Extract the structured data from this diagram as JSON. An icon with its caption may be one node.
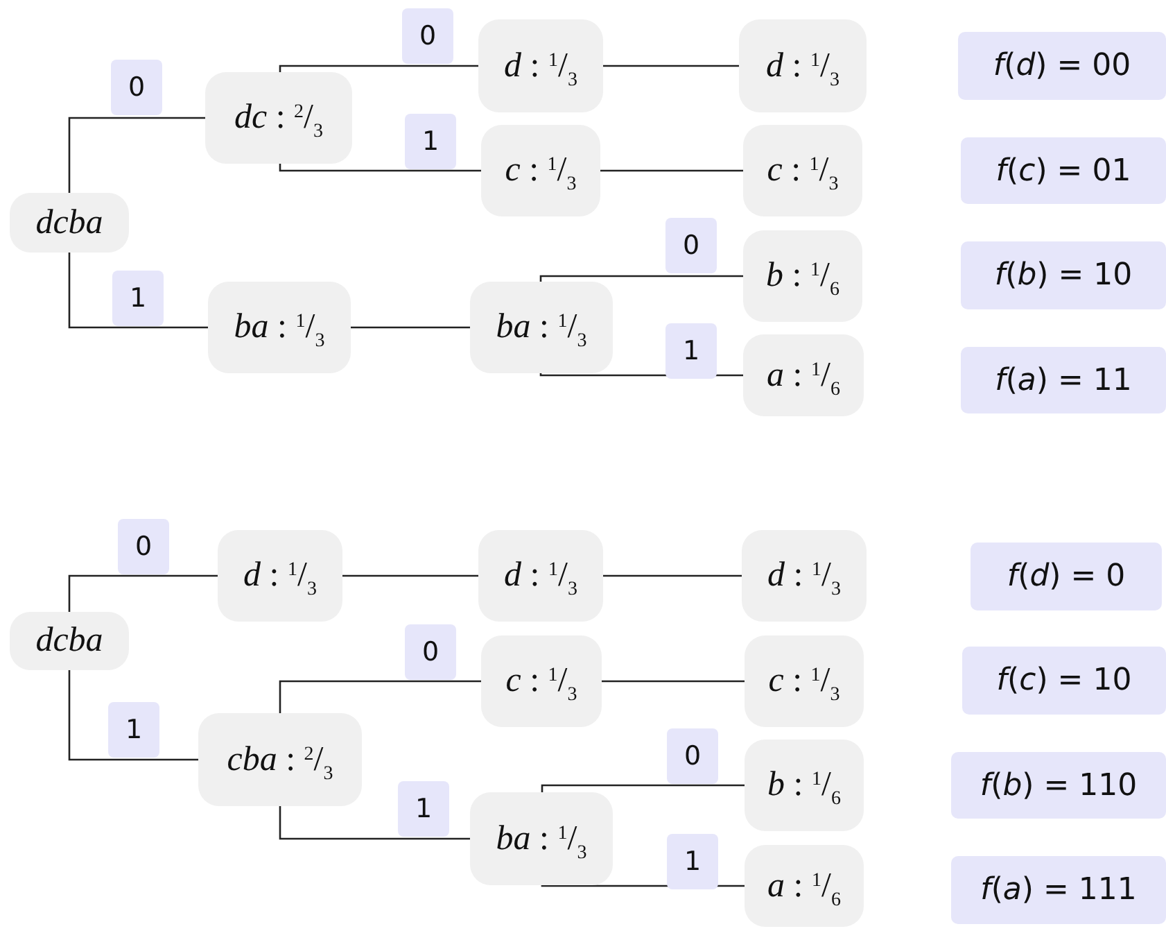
{
  "diagram": {
    "nodes": [
      {
        "text": [
          "dcba"
        ]
      },
      {
        "text": [
          "*dc* : $^{2}$/$_{3}$"
        ]
      },
      {
        "text": [
          "*ba* : $^{1}$/$_{3}$"
        ]
      },
      {
        "text": [
          "*d* : $^{1}$/$_{3}$"
        ]
      },
      {
        "text": [
          "*c* : $^{1}$/$_{3}$"
        ]
      },
      {
        "text": [
          "*ba* : $^{1}$/$_{3}$"
        ]
      },
      {
        "text": [
          "*d* : $^{1}$/$_{3}$"
        ]
      },
      {
        "text": [
          "*c* : $^{1}$/$_{3}$"
        ]
      },
      {
        "text": [
          "*b* : $^{1}$/$_{6}$"
        ]
      },
      {
        "text": [
          "*a* : $^{1}$/$_{6}$"
        ]
      },
      {
        "text": [
          "*f*(*d*) = 00"
        ]
      },
      {
        "text": [
          "*f*(*c*) = 01"
        ]
      },
      {
        "text": [
          "*f*(*b*) = 10"
        ]
      },
      {
        "text": [
          "*f*(*a*) = 11"
        ]
      },
      {
        "text": [
          "dcba"
        ]
      },
      {
        "text": [
          "*d* : $^{1}$/$_{3}$"
        ]
      },
      {
        "text": [
          "*cba* : $^{2}$/$_{3}$"
        ]
      },
      {
        "text": [
          "*d* : $^{1}$/$_{3}$"
        ]
      },
      {
        "text": [
          "*c* : $^{1}$/$_{3}$"
        ]
      },
      {
        "text": [
          "*ba* : $^{1}$/$_{3}$"
        ]
      },
      {
        "text": [
          "*d* : $^{1}$/$_{3}$"
        ]
      },
      {
        "text": [
          "*c* : $^{1}$/$_{3}$"
        ]
      },
      {
        "text": [
          "*b* : $^{1}$/$_{6}$"
        ]
      },
      {
        "text": [
          "*a* : $^{1}$/$_{6}$"
        ]
      },
      {
        "text": [
          "*f*(*d*) = 0"
        ]
      },
      {
        "text": [
          "*f*(*c*) = 10"
        ]
      },
      {
        "text": [
          "*f*(*b*) = 110"
        ]
      },
      {
        "text": [
          "*f*(*a*) = 111"
        ]
      }
    ],
    "edges": [
      {
        "from": 0,
        "to": 1,
        "arrow": "none",
        "label": "0"
      },
      {
        "from": 0,
        "to": 2,
        "arrow": "none",
        "label": "1"
      },
      {
        "from": 1,
        "to": 3,
        "arrow": "none",
        "label": "0"
      },
      {
        "from": 1,
        "to": 4,
        "arrow": "none",
        "label": "1"
      },
      {
        "from": 2,
        "to": 5,
        "arrow": "none"
      },
      {
        "from": 3,
        "to": 6,
        "arrow": "none"
      },
      {
        "from": 4,
        "to": 7,
        "arrow": "none"
      },
      {
        "from": 5,
        "to": 8,
        "arrow": "none",
        "label": "0"
      },
      {
        "from": 5,
        "to": 9,
        "arrow": "none",
        "label": "1"
      },
      {
        "from": 14,
        "to": 15,
        "arrow": "none",
        "label": "0"
      },
      {
        "from": 14,
        "to": 16,
        "arrow": "none",
        "label": "1"
      },
      {
        "from": 15,
        "to": 17,
        "arrow": "none"
      },
      {
        "from": 16,
        "to": 18,
        "arrow": "none",
        "label": "0"
      },
      {
        "from": 16,
        "to": 19,
        "arrow": "none",
        "label": "1"
      },
      {
        "from": 17,
        "to": 20,
        "arrow": "none"
      },
      {
        "from": 18,
        "to": 21,
        "arrow": "none"
      },
      {
        "from": 19,
        "to": 22,
        "arrow": "none",
        "label": "0"
      },
      {
        "from": 19,
        "to": 23,
        "arrow": "none",
        "label": "1"
      }
    ]
  }
}
